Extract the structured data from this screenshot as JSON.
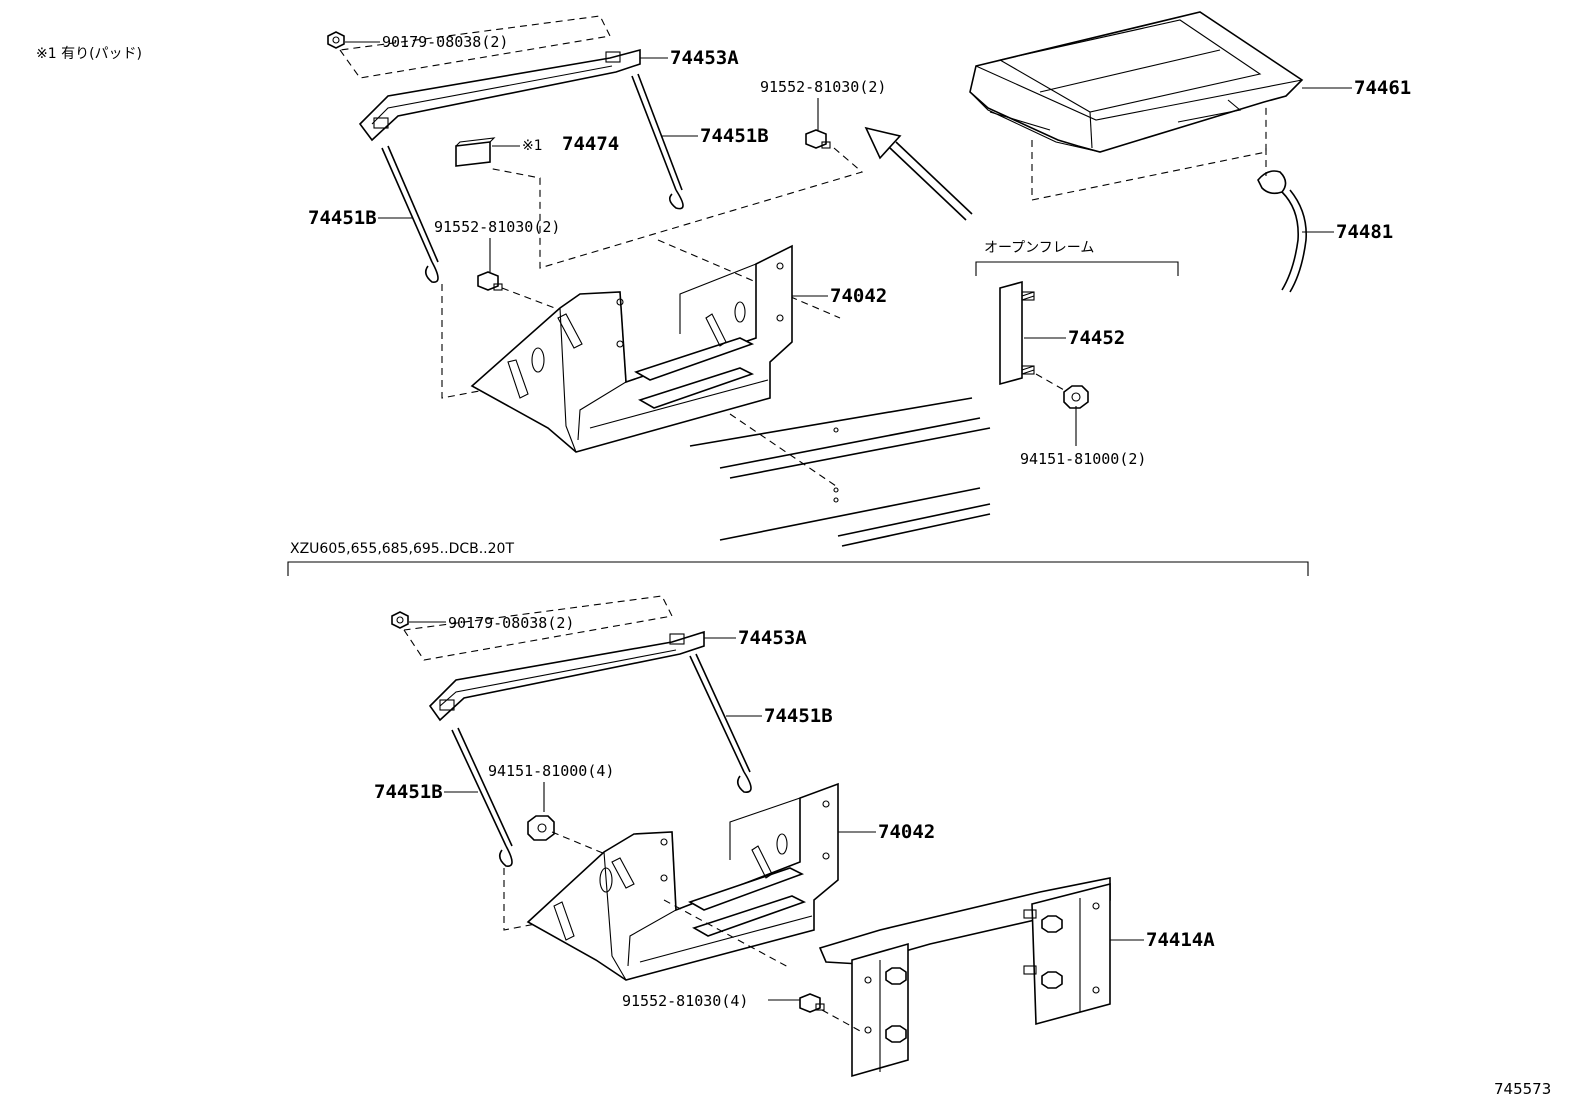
{
  "note": "※1 有り(パッド)",
  "top_section": {
    "labels": {
      "bolt_clip_qty": "90179-08038(2)",
      "clamp": "74453A",
      "rod_right": "74451B",
      "rod_left": "74451B",
      "pad": "74474",
      "pad_note": "※1",
      "bolt_left_qty": "91552-81030(2)",
      "bolt_right_qty": "91552-81030(2)",
      "tray": "74042",
      "cover": "74461",
      "band": "74481",
      "frame_title": "オープンフレーム",
      "bracket": "74452",
      "nut_qty": "94151-81000(2)"
    }
  },
  "bottom_section": {
    "title": "XZU605,655,685,695..DCB..20T",
    "labels": {
      "bolt_clip_qty": "90179-08038(2)",
      "clamp": "74453A",
      "rod_right": "74451B",
      "rod_left": "74451B",
      "nut_qty": "94151-81000(4)",
      "tray": "74042",
      "carrier": "74414A",
      "bolt_qty": "91552-81030(4)"
    }
  },
  "illustration_id": "745573"
}
